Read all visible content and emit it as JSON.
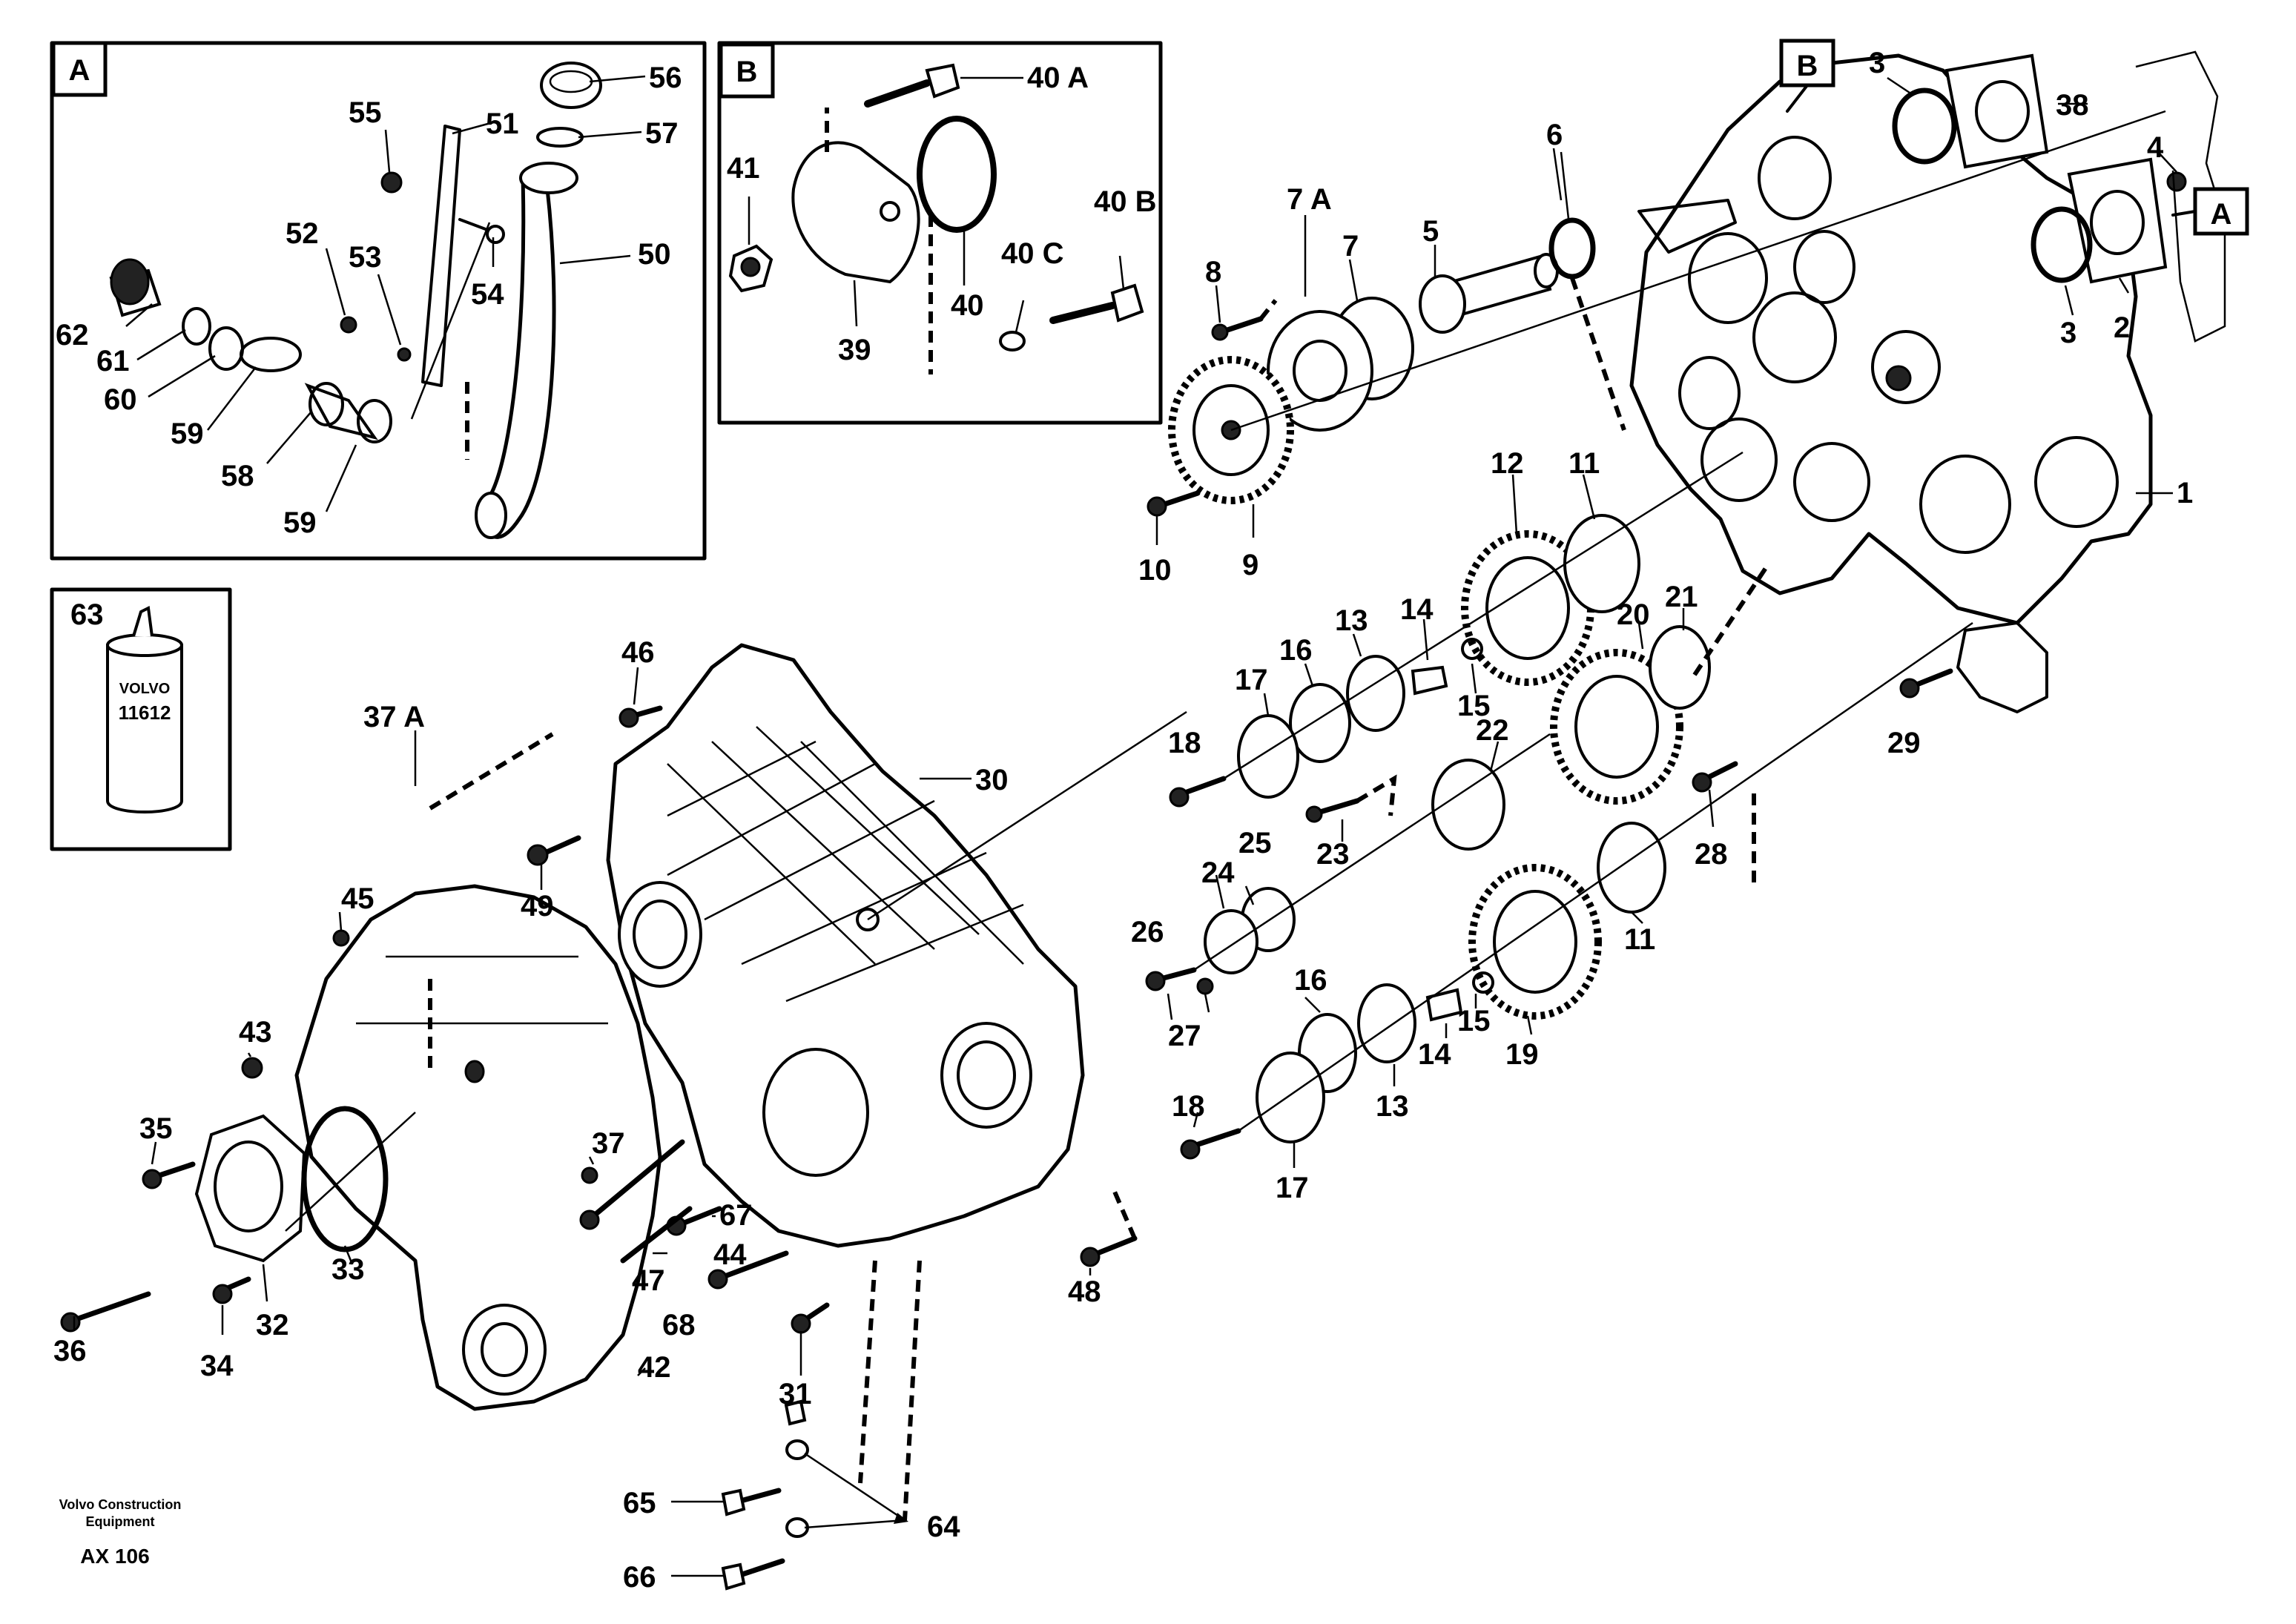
{
  "callouts": {
    "c1": "1",
    "c2": "2",
    "c3a": "3",
    "c3b": "3",
    "c4": "4",
    "c5": "5",
    "c6": "6",
    "c7": "7",
    "c7a": "7 A",
    "c8": "8",
    "c9": "9",
    "c10": "10",
    "c11a": "11",
    "c11b": "11",
    "c12": "12",
    "c13a": "13",
    "c13b": "13",
    "c14a": "14",
    "c14b": "14",
    "c15a": "15",
    "c15b": "15",
    "c16a": "16",
    "c16b": "16",
    "c17a": "17",
    "c17b": "17",
    "c18a": "18",
    "c18b": "18",
    "c19": "19",
    "c20": "20",
    "c21": "21",
    "c22": "22",
    "c23": "23",
    "c24": "24",
    "c25": "25",
    "c26": "26",
    "c27": "27",
    "c28": "28",
    "c29": "29",
    "c30": "30",
    "c31": "31",
    "c32": "32",
    "c33": "33",
    "c34": "34",
    "c35": "35",
    "c36": "36",
    "c37": "37",
    "c37a": "37 A",
    "c38": "38",
    "c39": "39",
    "c40": "40",
    "c40a": "40 A",
    "c40b": "40 B",
    "c40c": "40 C",
    "c41": "41",
    "c42": "42",
    "c43": "43",
    "c44": "44",
    "c45": "45",
    "c46": "46",
    "c47": "47",
    "c48": "48",
    "c49": "49",
    "c50": "50",
    "c51": "51",
    "c52": "52",
    "c53": "53",
    "c54": "54",
    "c55": "55",
    "c56": "56",
    "c57": "57",
    "c58": "58",
    "c59a": "59",
    "c59b": "59",
    "c60": "60",
    "c61": "61",
    "c62": "62",
    "c63": "63",
    "c64": "64",
    "c65": "65",
    "c66": "66",
    "c67": "67",
    "c68": "68"
  },
  "detail_tags": {
    "a": "A",
    "b": "B"
  },
  "bottle_text": [
    "VOLVO",
    "11612"
  ],
  "footer": {
    "publisher_line1": "Volvo Construction",
    "publisher_line2": "Equipment",
    "code": "AX 106"
  }
}
